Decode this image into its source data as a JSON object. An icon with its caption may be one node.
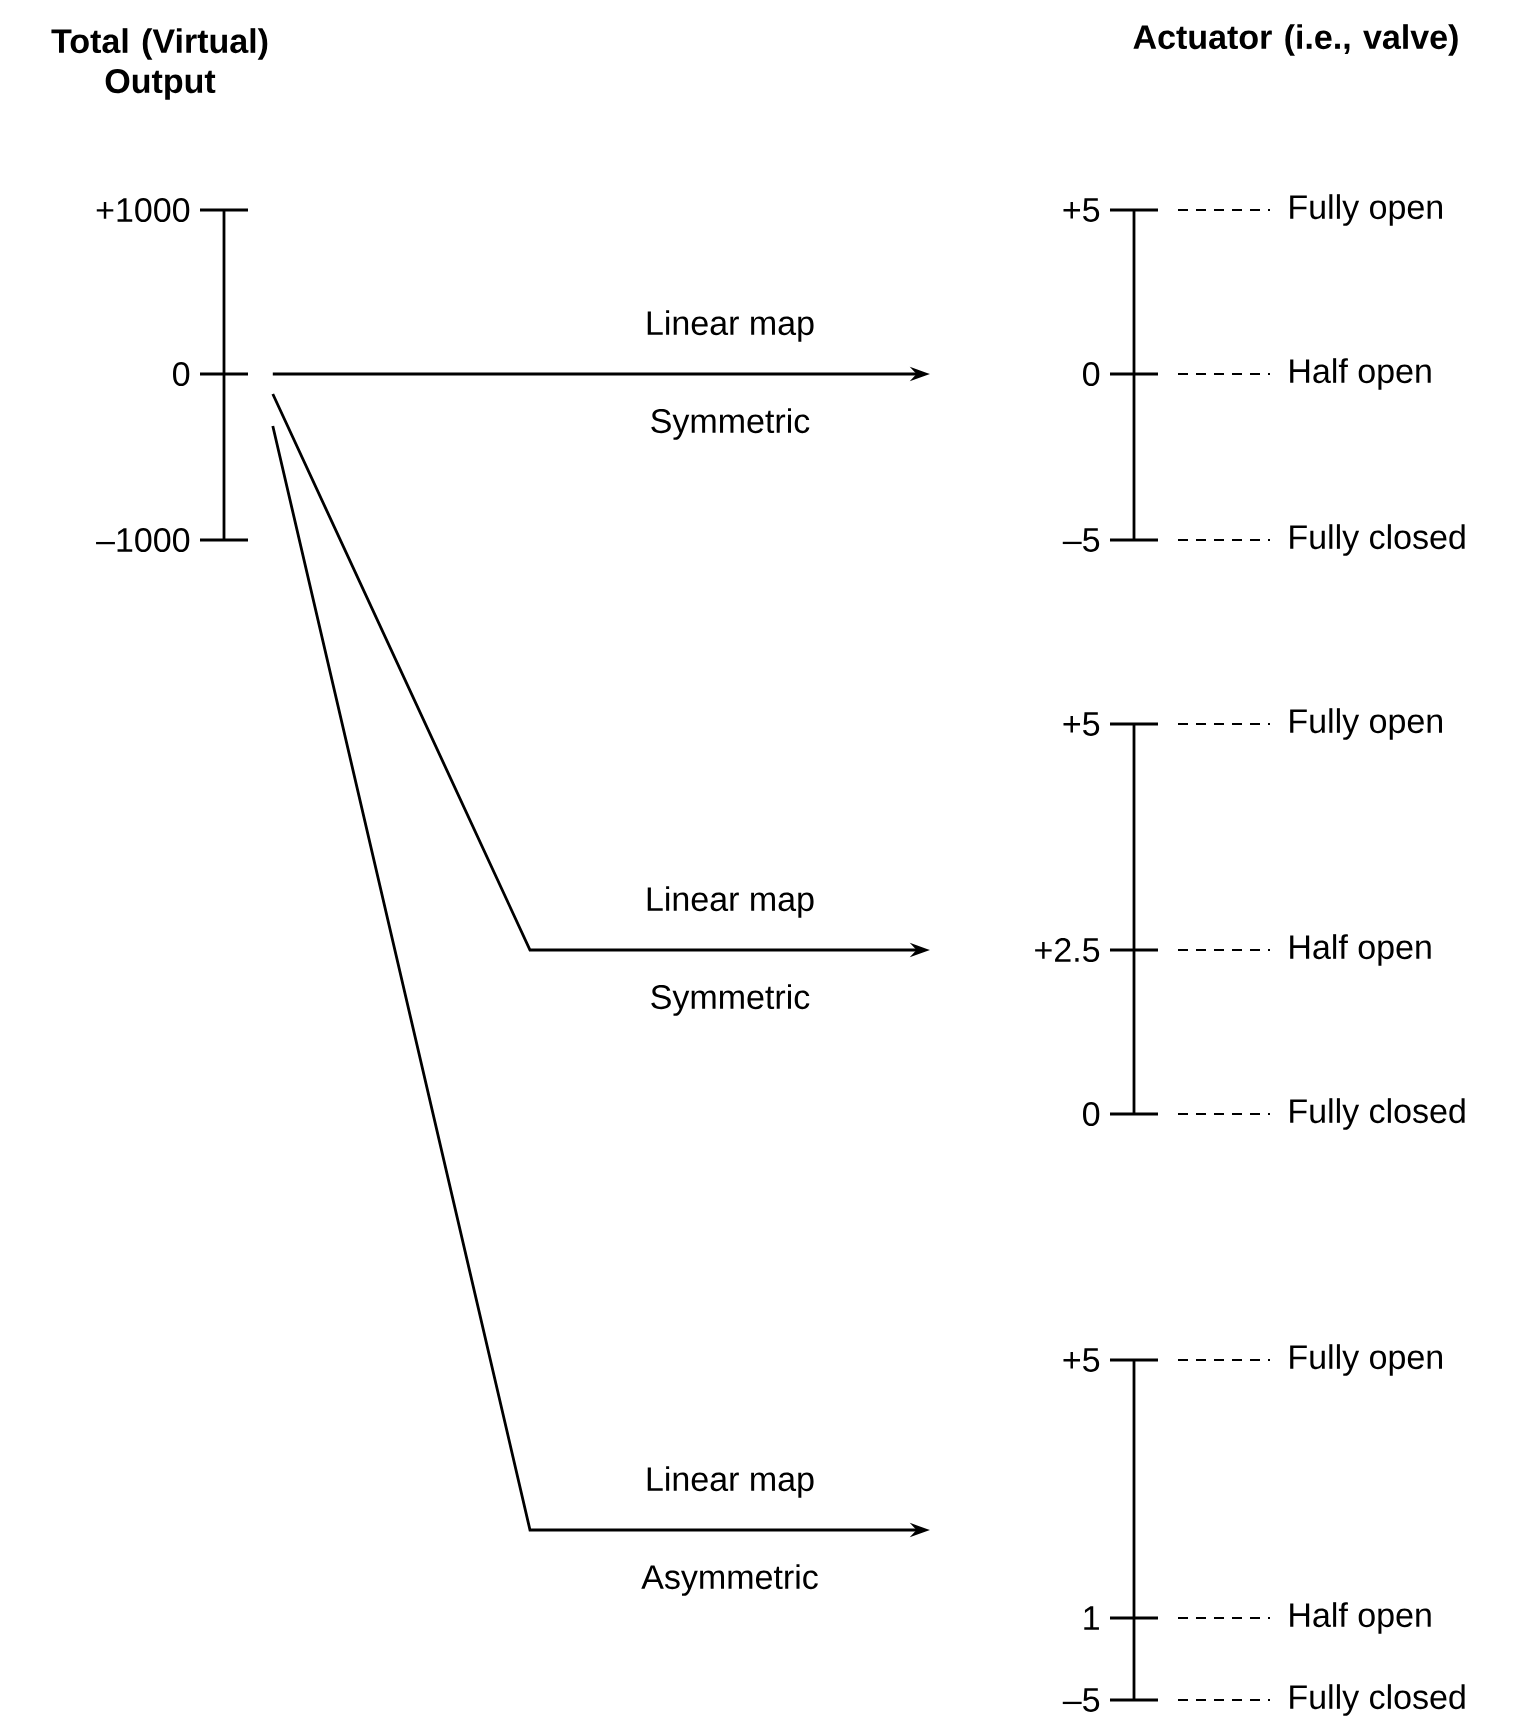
{
  "diagram": {
    "nodes": [
      {
        "text": [
          "+1000",
          "0",
          "–1000"
        ]
      },
      {
        "text": [
          "+5",
          "0",
          "–5",
          "Fully open",
          "Half open",
          "Fully closed"
        ]
      },
      {
        "text": [
          "+5",
          "+2.5",
          "0",
          "Fully open",
          "Half open",
          "Fully closed"
        ]
      },
      {
        "text": [
          "+5",
          "1",
          "–5",
          "Fully open",
          "Half open",
          "Fully closed"
        ]
      }
    ],
    "edges": [
      {
        "from": 0,
        "to": 1,
        "arrow": "to",
        "label": "Linear map"
      },
      {
        "from": 0,
        "to": 2,
        "arrow": "to",
        "label": "Linear map"
      },
      {
        "from": 0,
        "to": 3,
        "arrow": "to",
        "label": "Linear map"
      }
    ],
    "labels": [
      "Total (Virtual) Output",
      "Actuator (i.e., valve)",
      "Symmetric",
      "Symmetric",
      "Asymmetric"
    ]
  }
}
